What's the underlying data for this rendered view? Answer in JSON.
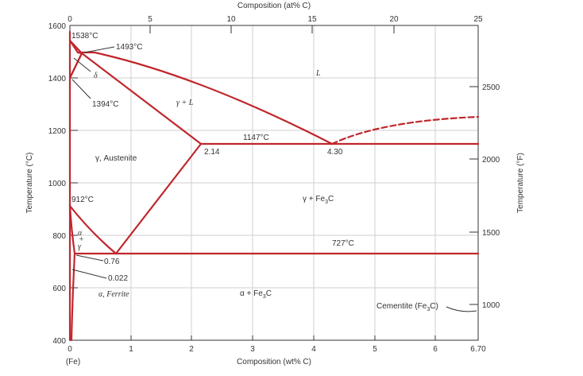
{
  "diagram": {
    "top_axis_title": "Composition (at% C)",
    "bottom_axis_title": "Composition (wt% C)",
    "left_axis_title": "Temperature (°C)",
    "right_axis_title": "Temperature (°F)",
    "bottom_ticks": [
      "0",
      "1",
      "2",
      "3",
      "4",
      "5",
      "6",
      "6.70"
    ],
    "bottom_origin_note": "(Fe)",
    "top_ticks": [
      "0",
      "5",
      "10",
      "15",
      "20",
      "25"
    ],
    "left_ticks": [
      "400",
      "600",
      "800",
      "1000",
      "1200",
      "1400",
      "1600"
    ],
    "right_ticks": [
      "1000",
      "1500",
      "2000",
      "2500"
    ],
    "labels": {
      "t1538": "1538°C",
      "t1493": "1493°C",
      "delta": "δ",
      "L": "L",
      "t1394": "1394°C",
      "gamma_L": "γ + L",
      "t1147": "1147°C",
      "c214": "2.14",
      "c430": "4.30",
      "austenite": "γ, Austenite",
      "t912": "912°C",
      "gamma_fe3c": "γ + Fe",
      "gamma_fe3c_sub": "3",
      "gamma_fe3c_end": "C",
      "alpha_gamma": [
        "α",
        "+",
        "γ"
      ],
      "t727": "727°C",
      "c076": "0.76",
      "c0022": "0.022",
      "ferrite": "α, Ferrite",
      "alpha_fe3c": "α + Fe",
      "alpha_fe3c_sub": "3",
      "alpha_fe3c_end": "C",
      "cementite": "Cementite (Fe",
      "cementite_sub": "3",
      "cementite_end": "C)"
    },
    "colors": {
      "phase_line": "#c0272d",
      "text": "#333333",
      "grid": "#cfcfcf"
    }
  }
}
